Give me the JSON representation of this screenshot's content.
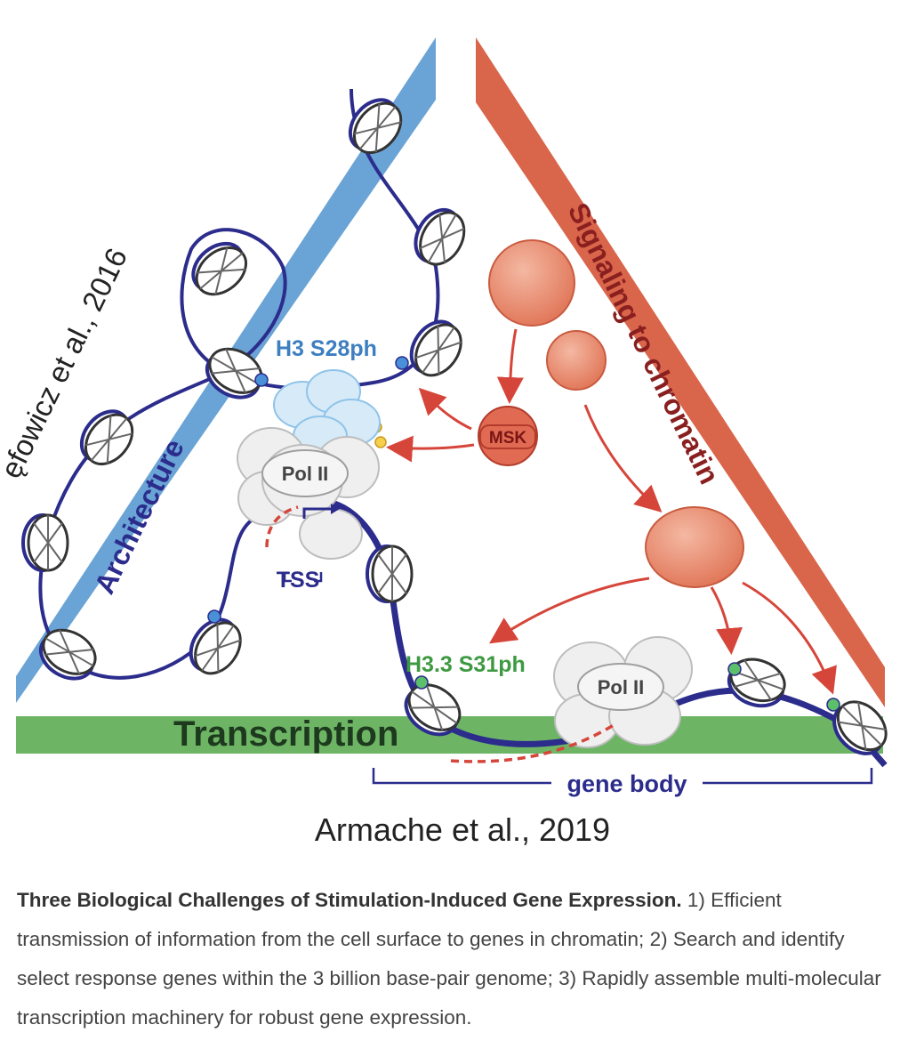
{
  "figure": {
    "axes": {
      "architecture": "Architecture",
      "signaling": "Signaling to chromatin",
      "transcription": "Transcription"
    },
    "citations": {
      "left": "ęfowicz et al., 2016",
      "bottom": "Armache et al., 2019"
    },
    "labels": {
      "h3": "H3 S28ph",
      "h33": "H3.3 S31ph",
      "msk": "MSK",
      "pol1": "Pol II",
      "pol2": "Pol II",
      "tss": "TSS",
      "gene_body": "gene body"
    },
    "colors": {
      "architecture": "#6aa3d5",
      "signaling": "#d9654b",
      "transcription": "#6db565",
      "dna": "#2b2c8c",
      "h3_text": "#3d7fc0",
      "h33_text": "#3e9a42",
      "arrow": "#d6453a"
    }
  },
  "caption": {
    "title": "Three Biological Challenges of Stimulation-Induced Gene Expression.",
    "body": " 1) Efficient transmission of information from the cell surface to genes in chromatin; 2) Search and identify select response genes within the 3 billion base-pair genome; 3) Rapidly assemble multi-molecular transcription machinery for robust gene expression."
  }
}
